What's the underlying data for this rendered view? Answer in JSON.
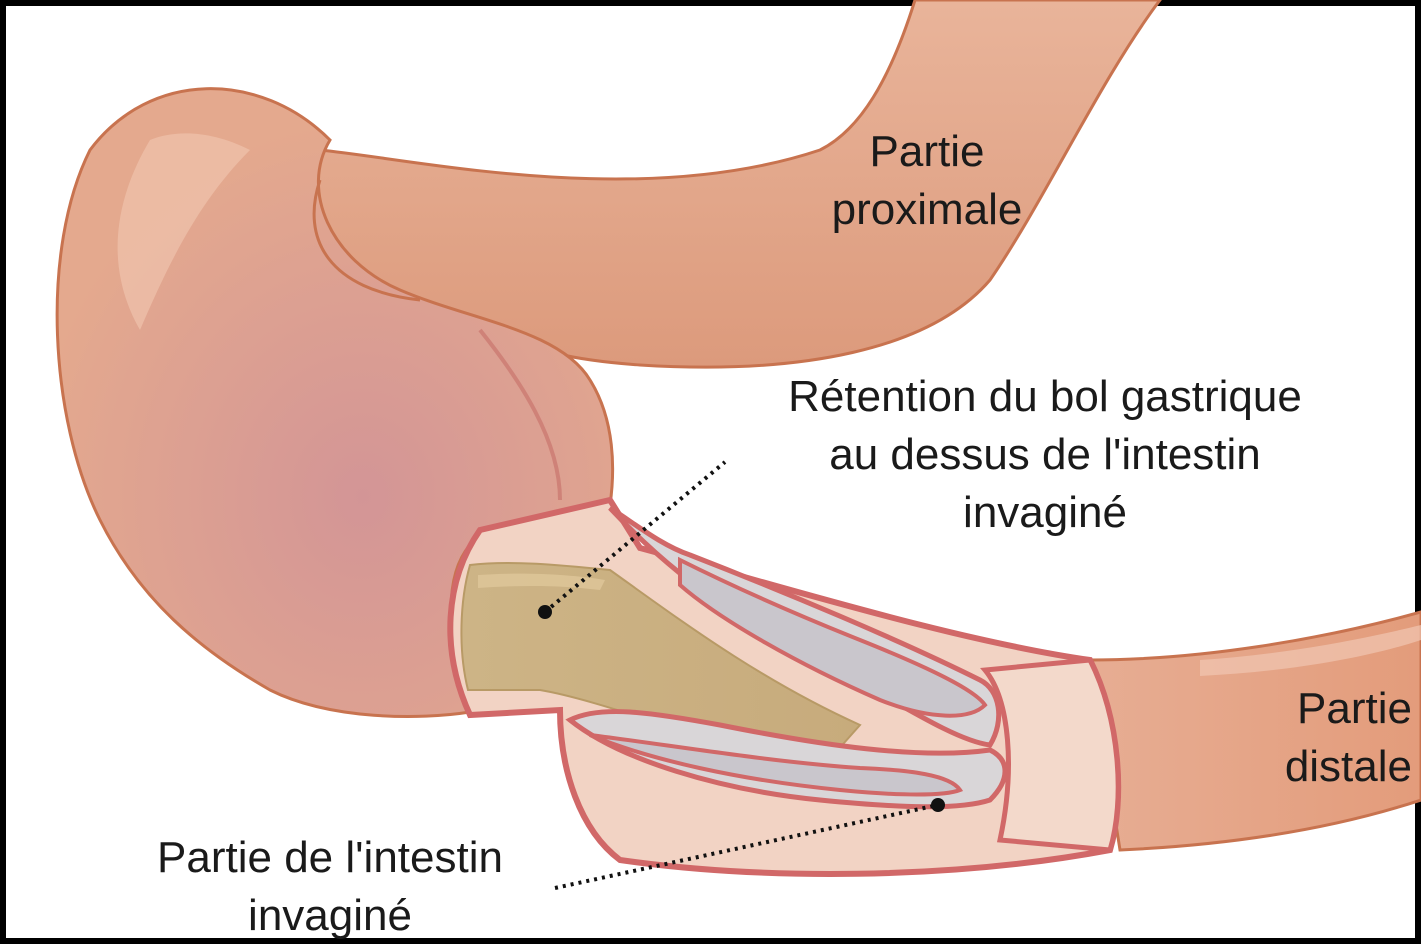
{
  "labels": {
    "proximal": {
      "line1": "Partie",
      "line2": "proximale"
    },
    "retention": {
      "line1": "Rétention du bol gastrique",
      "line2": "au dessus de l'intestin",
      "line3": "invaginé"
    },
    "distal": {
      "line1": "Partie",
      "line2": "distale"
    },
    "invaginated": {
      "line1": "Partie de l'intestin",
      "line2": "invaginé"
    }
  },
  "colors": {
    "background": "#000000",
    "intestine_fill": "#e4a98e",
    "intestine_outline": "#c8734f",
    "bulge_shadow": "#c98a8c",
    "chyme": "#cbb085",
    "inner_wall": "#d9d6d8",
    "outer_wall_edge": "#d16868",
    "leader_line": "#111111"
  }
}
